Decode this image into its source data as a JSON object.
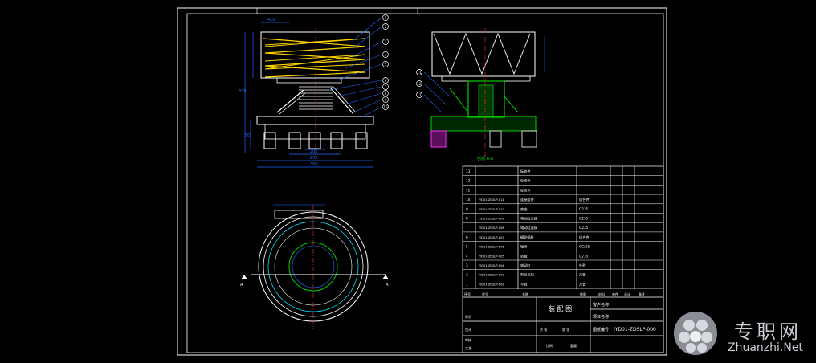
{
  "drawing": {
    "section_label": "剖视 A-A",
    "view_marks": {
      "left": "A",
      "right": "A"
    },
    "balloons_left": [
      "1",
      "2",
      "3",
      "4",
      "5",
      "6",
      "7",
      "8",
      "9",
      "10"
    ],
    "balloons_right": [
      "11",
      "12",
      "13"
    ],
    "dims_left_bottom": [
      "200",
      "250",
      "300"
    ],
    "dims_left_side": [
      "330",
      "50"
    ],
    "dim_top": "410"
  },
  "title_block": {
    "parts_header": [
      "序号",
      "代号",
      "名称",
      "数量",
      "材料",
      "单件",
      "总计",
      "备注"
    ],
    "parts": [
      {
        "no": "13",
        "code": "",
        "name": "标准件",
        "mat": ""
      },
      {
        "no": "12",
        "code": "",
        "name": "标准件",
        "mat": ""
      },
      {
        "no": "11",
        "code": "",
        "name": "标准件",
        "mat": ""
      },
      {
        "no": "10",
        "code": "JYD01-ZDSLP-011",
        "name": "连接组件",
        "mat": "组合件"
      },
      {
        "no": "9",
        "code": "JYD01-ZDSLP-010",
        "name": "底座",
        "mat": "Q235"
      },
      {
        "no": "8",
        "code": "JYD01-ZDSLP-009",
        "name": "电动缸支座",
        "mat": "Q235"
      },
      {
        "no": "7",
        "code": "JYD01-ZDSLP-008",
        "name": "电动缸连接",
        "mat": "Q235"
      },
      {
        "no": "6",
        "code": "JYD01-ZDSLP-007",
        "name": "蜗轮蜗杆",
        "mat": "组合件"
      },
      {
        "no": "5",
        "code": "JYD01-ZDSLP-006",
        "name": "轴承",
        "mat": "GCr15"
      },
      {
        "no": "4",
        "code": "JYD01-ZDSLP-005",
        "name": "转盘",
        "mat": "Q235"
      },
      {
        "no": "3",
        "code": "JYD01-ZDSLP-004",
        "name": "电动缸",
        "mat": "外购"
      },
      {
        "no": "2",
        "code": "JYD01-ZDSLP-003",
        "name": "剪叉机构",
        "mat": "方管"
      },
      {
        "no": "1",
        "code": "JYD01-ZDSLP-002",
        "name": "平台",
        "mat": "方管"
      }
    ],
    "title": "装 配 图",
    "customer_label": "客户名称",
    "project_label": "项目名称",
    "drawing_no_label": "图纸编号",
    "drawing_no": "JYD01-ZDSLP-000",
    "sign_rows": [
      "标记",
      "设计",
      "审核",
      "工艺"
    ],
    "footer": [
      "共 张",
      "第 张",
      "比例",
      "重量"
    ]
  },
  "watermark": {
    "cn": "专职网",
    "en": "Zhuanzhi.Net"
  },
  "colors": {
    "frame": "#ffffff",
    "line": "#ffffff",
    "dim": "#1e6bff",
    "hatch": "#ffd400",
    "section": "#00d000",
    "center": "#ff3030",
    "magenta": "#ff2aff",
    "cyan": "#00e5ff",
    "text": "#ffffff"
  }
}
